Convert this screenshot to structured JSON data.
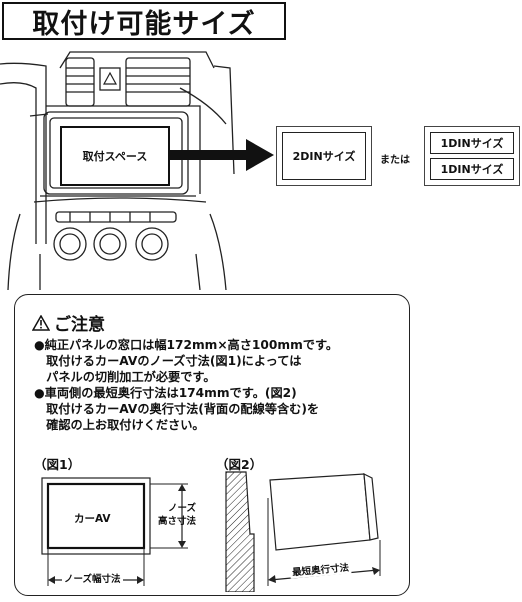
{
  "title": "取付け可能サイズ",
  "mount_space_label": "取付スペース",
  "sizes": {
    "main": "2DINサイズ",
    "or": "または",
    "alt_top": "1DINサイズ",
    "alt_bottom": "1DINサイズ"
  },
  "notice": {
    "heading": "ご注意",
    "lines": [
      "●純正パネルの窓口は幅172mm×高さ100mmです。",
      "　取付けるカーAVのノーズ寸法(図1)によっては",
      "　パネルの切削加工が必要です。",
      "●車両側の最短奥行寸法は174mmです。(図2)",
      "　取付けるカーAVの奥行寸法(背面の配線等含む)を",
      "　確認の上お取付けください。"
    ]
  },
  "fig1": {
    "label": "（図1）",
    "unit_label": "カーAV",
    "height_label_1": "ノーズ",
    "height_label_2": "高さ寸法",
    "width_label": "ノーズ幅寸法"
  },
  "fig2": {
    "label": "（図2）",
    "depth_label": "最短奥行寸法"
  },
  "icons": {
    "warning": "warning-triangle-icon",
    "arrow": "right-arrow-icon",
    "hazard": "hazard-light-icon"
  }
}
